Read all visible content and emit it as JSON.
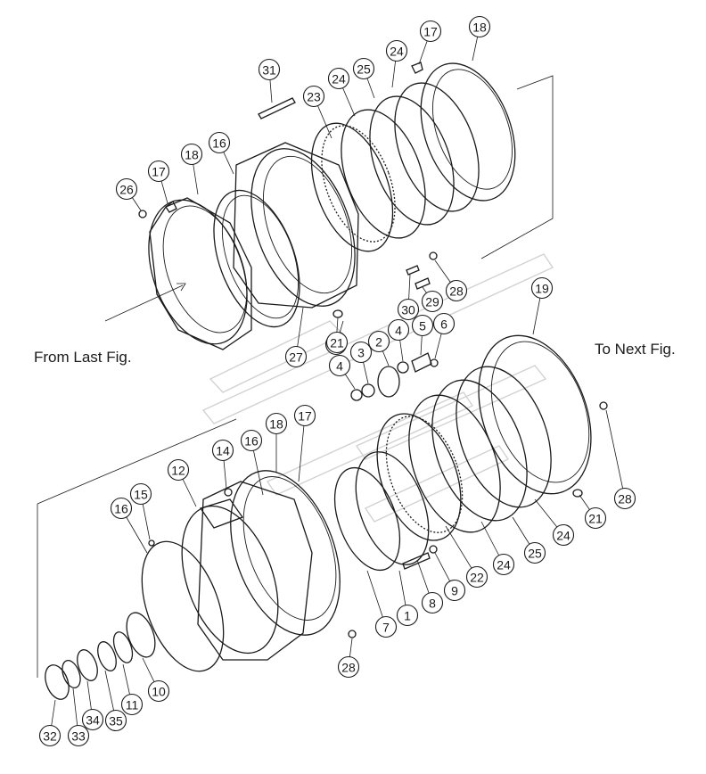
{
  "figure": {
    "from_label": "From Last Fig.",
    "to_label": "To Next Fig."
  },
  "callouts": [
    "1",
    "2",
    "3",
    "4",
    "4",
    "5",
    "6",
    "7",
    "8",
    "9",
    "10",
    "11",
    "12",
    "14",
    "15",
    "16",
    "16",
    "16",
    "17",
    "17",
    "17",
    "18",
    "18",
    "18",
    "19",
    "21",
    "21",
    "21",
    "22",
    "23",
    "24",
    "24",
    "24",
    "24",
    "25",
    "25",
    "26",
    "27",
    "28",
    "28",
    "28",
    "29",
    "30",
    "31",
    "32",
    "33",
    "34",
    "35"
  ]
}
